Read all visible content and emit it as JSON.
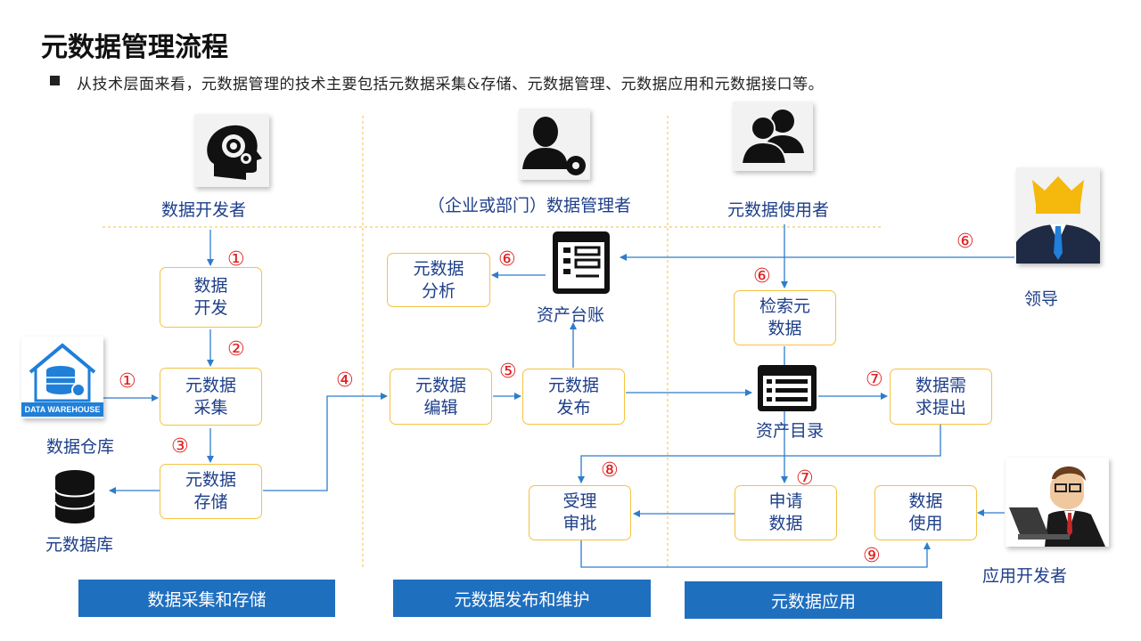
{
  "title": "元数据管理流程",
  "subtitle": "从技术层面来看，元数据管理的技术主要包括元数据采集&存储、元数据管理、元数据应用和元数据接口等。",
  "roles": {
    "developer": "数据开发者",
    "manager": "（企业或部门）数据管理者",
    "user": "元数据使用者",
    "leader": "领导",
    "app_developer": "应用开发者"
  },
  "icons": {
    "developer": "brain-gear-icon",
    "manager": "user-gear-icon",
    "user": "users-group-icon",
    "leader": "leader-crown-icon",
    "app_developer": "developer-laptop-icon",
    "warehouse": "data-warehouse-icon",
    "database": "database-icon",
    "ledger": "ledger-icon",
    "catalog": "catalog-icon"
  },
  "nodes": {
    "data_dev": "数据\n开发",
    "collect": "元数据\n采集",
    "store": "元数据\n存储",
    "analyze": "元数据\n分析",
    "edit": "元数据\n编辑",
    "publish": "元数据\n发布",
    "search": "检索元\n数据",
    "demand": "数据需\n求提出",
    "review": "受理\n审批",
    "apply": "申请\n数据",
    "use": "数据\n使用"
  },
  "labels": {
    "warehouse": "数据仓库",
    "warehouse_logo_text": "DATA WAREHOUSE",
    "database": "元数据库",
    "ledger": "资产台账",
    "catalog": "资产目录"
  },
  "steps": {
    "s1": "①",
    "s2": "②",
    "s3": "③",
    "s4": "④",
    "s5": "⑤",
    "s6": "⑥",
    "s7": "⑦",
    "s8": "⑧",
    "s9": "⑨"
  },
  "bands": {
    "collect_store": "数据采集和存储",
    "publish_maintain": "元数据发布和维护",
    "application": "元数据应用"
  },
  "colors": {
    "band": "#1f6fbf",
    "box_border": "#f5c242",
    "box_text": "#1e3f8a",
    "arrow": "#2e7ccc",
    "step_number": "#e02020",
    "divider": "#f5c242"
  }
}
